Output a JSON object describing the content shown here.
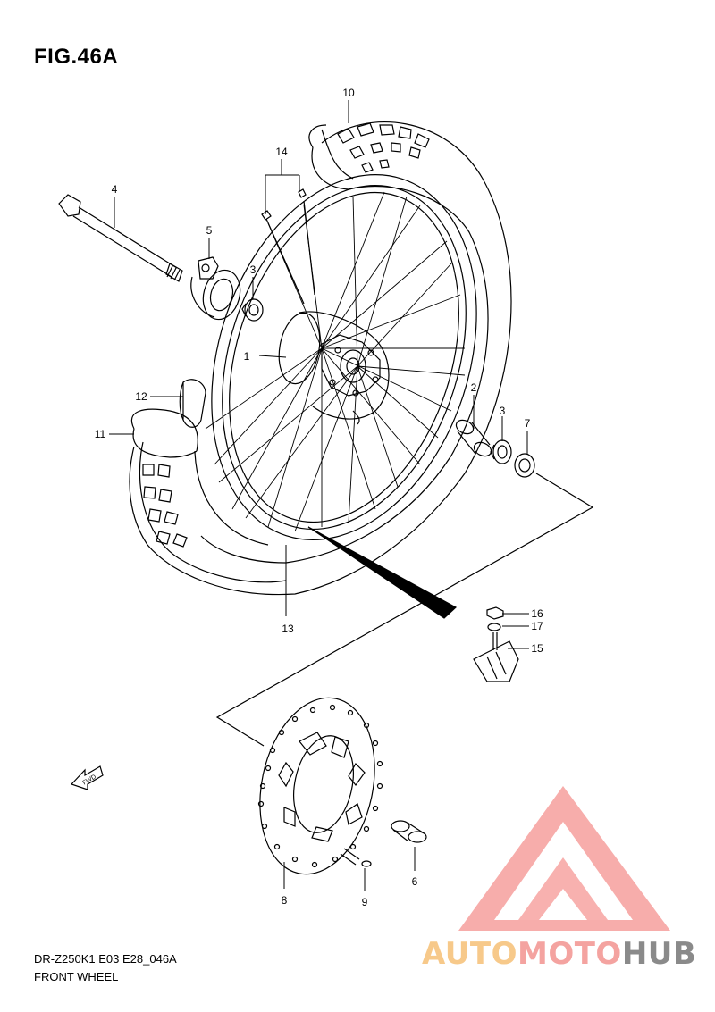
{
  "figure_title": "FIG.46A",
  "footer": {
    "model_code": "DR-Z250K1 E03 E28_046A",
    "diagram_name": "FRONT WHEEL"
  },
  "callouts": [
    "1",
    "2",
    "3",
    "3",
    "4",
    "5",
    "6",
    "7",
    "8",
    "9",
    "10",
    "11",
    "12",
    "13",
    "14",
    "15",
    "16",
    "17"
  ],
  "fwd_label": "FWD",
  "watermark": {
    "part1": "AUTO",
    "part2": "MOTO",
    "part3": "HUB",
    "color1": "#f7c98a",
    "color2": "#f4a3a0",
    "color3": "#8a8a8a"
  }
}
